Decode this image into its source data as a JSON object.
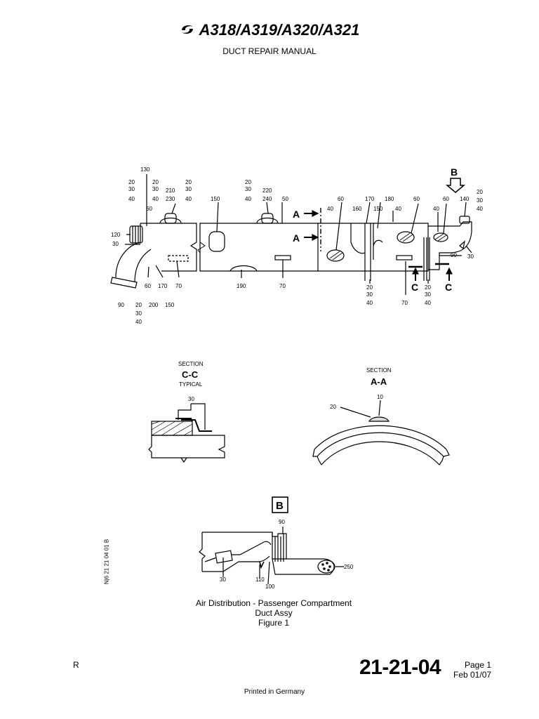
{
  "header": {
    "title": "A318/A319/A320/A321",
    "subtitle": "DUCT REPAIR MANUAL",
    "logo_icon": "airbus-swirl-icon"
  },
  "main_view": {
    "labels_top": {
      "l130": "130",
      "stack_a": [
        "20",
        "30",
        "40"
      ],
      "stack_b": [
        "20",
        "30",
        "40"
      ],
      "l210_230": [
        "210",
        "230"
      ],
      "stack_c": [
        "20",
        "30",
        "40"
      ],
      "stack_d": [
        "20",
        "30",
        "40"
      ],
      "l220_240": [
        "220",
        "240"
      ],
      "l50": "50",
      "l150a": "150",
      "l60a": "60",
      "l60b": "60",
      "l170": "170",
      "l180": "180",
      "l160": "160",
      "l150b": "150",
      "l40a": "40",
      "l40b": "40",
      "l60c": "60",
      "l40c": "40",
      "l60d": "60",
      "l140": "140",
      "stack_e": [
        "20",
        "30",
        "40"
      ],
      "l120": "120",
      "l30a": "30",
      "l90a": "90",
      "l30b": "30"
    },
    "labels_bottom": {
      "l60": "60",
      "l170": "170",
      "l70a": "70",
      "l190": "190",
      "l70b": "70",
      "stack_f": [
        "20",
        "30",
        "40"
      ],
      "l70c": "70",
      "stack_g": [
        "20",
        "30",
        "40"
      ],
      "l90": "90",
      "stack_h": [
        "20",
        "30",
        "40"
      ],
      "l200": "200",
      "l150": "150"
    },
    "view_refs": {
      "b_arrow": "B",
      "a1": "A",
      "a2": "A",
      "c1": "C",
      "c2": "C"
    }
  },
  "section_cc": {
    "heading": "SECTION",
    "name": "C-C",
    "note": "TYPICAL",
    "label": "30"
  },
  "section_aa": {
    "heading": "SECTION",
    "name": "A-A",
    "label_10": "10",
    "label_20": "20"
  },
  "detail_b": {
    "name": "B",
    "l90": "90",
    "l250": "250",
    "l30": "30",
    "l110": "110",
    "l100": "100"
  },
  "caption": {
    "line1": "Air Distribution - Passenger Compartment",
    "line2": "Duct Assy",
    "line3": "Figure 1"
  },
  "footer": {
    "rev_mark": "R",
    "doc_number": "21-21-04",
    "page": "Page 1",
    "date": "Feb 01/07",
    "printed": "Printed in Germany",
    "side_id": "N|6 21 21 04 01   B"
  }
}
